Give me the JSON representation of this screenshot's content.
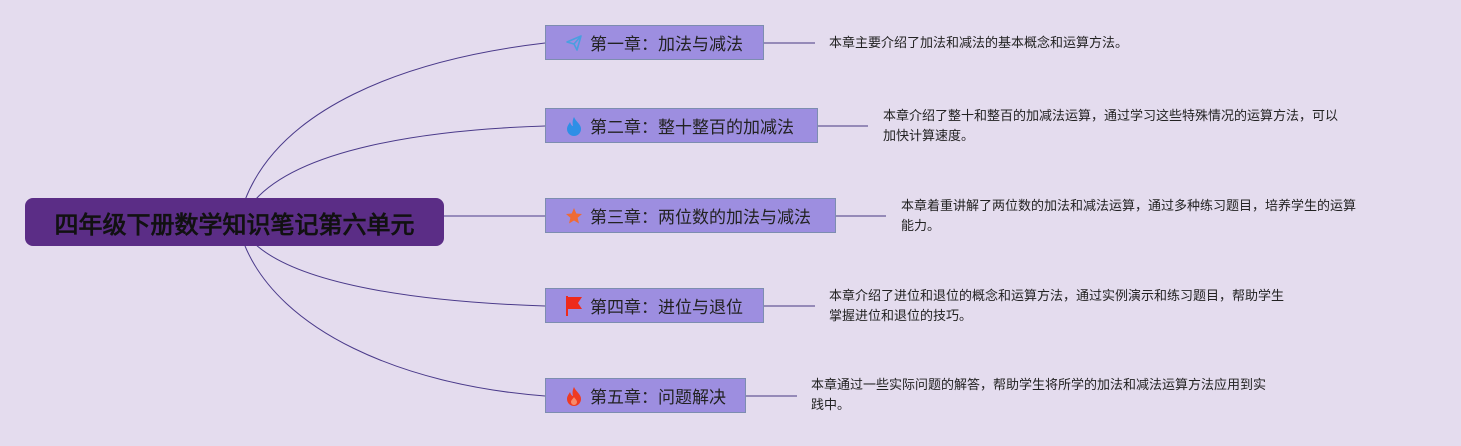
{
  "root": {
    "title": "四年级下册数学知识笔记第六单元"
  },
  "chapters": [
    {
      "title": "第一章：加法与减法",
      "icon": "paper-plane-icon",
      "icon_color": "#4a9fe0",
      "desc": [
        "本章主要介绍了加法和减法的基本概念和运算方法。"
      ]
    },
    {
      "title": "第二章：整十整百的加减法",
      "icon": "flame-icon",
      "icon_color": "#2e8fe6",
      "desc": [
        "本章介绍了整十和整百的加减法运算，通过学习这些特殊情况的运算方法，可以",
        "加快计算速度。"
      ]
    },
    {
      "title": "第三章：两位数的加法与减法",
      "icon": "star-icon",
      "icon_color": "#ef6b35",
      "desc": [
        "本章着重讲解了两位数的加法和减法运算，通过多种练习题目，培养学生的运算",
        "能力。"
      ]
    },
    {
      "title": "第四章：进位与退位",
      "icon": "flag-icon",
      "icon_color": "#ee2a1b",
      "desc": [
        "本章介绍了进位和退位的概念和运算方法，通过实例演示和练习题目，帮助学生",
        "掌握进位和退位的技巧。"
      ]
    },
    {
      "title": "第五章：问题解决",
      "icon": "fire-icon",
      "icon_color": "#ef3a22",
      "desc": [
        "本章通过一些实际问题的解答，帮助学生将所学的加法和减法运算方法应用到实",
        "践中。"
      ]
    }
  ],
  "colors": {
    "background": "#e4dcee",
    "root": "#5b2d86",
    "node": "#9d8ee0",
    "line": "#4a3a8a"
  }
}
